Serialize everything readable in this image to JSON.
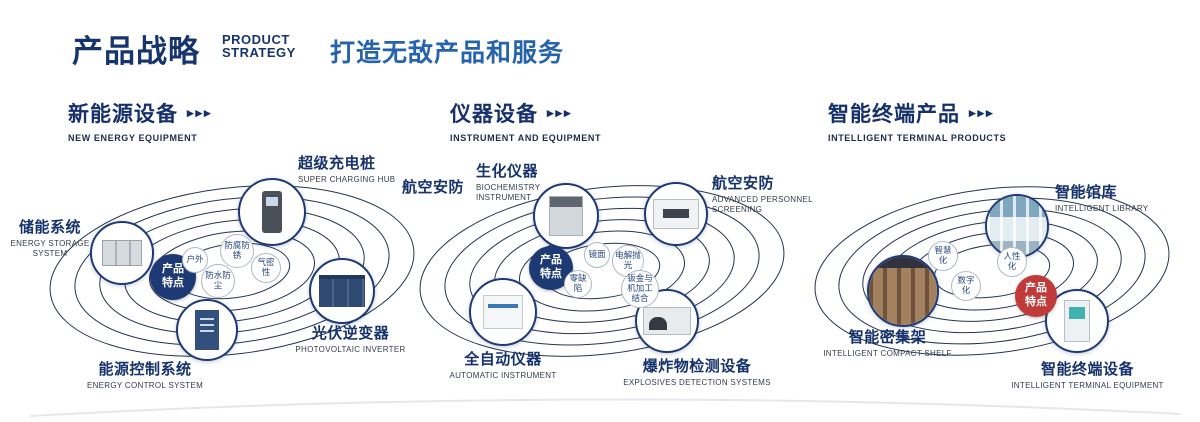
{
  "header": {
    "title": "产品战略",
    "subtitle_lines": [
      "PRODUCT",
      "STRATEGY"
    ],
    "tagline": "打造无敌产品和服务"
  },
  "icons": {
    "triple_arrow": "▸▸▸"
  },
  "sections": {
    "energy": {
      "title": "新能源设备",
      "subtitle": "NEW ENERGY EQUIPMENT",
      "badge": "产品特点",
      "features": [
        "防腐防锈",
        "户外",
        "气密性",
        "防水防尘"
      ],
      "products": {
        "charging": {
          "name": "超级充电桩",
          "en": "SUPER CHARGING HUB"
        },
        "storage": {
          "name": "储能系统",
          "en": "ENERGY STORAGE SYSTEM"
        },
        "inverter": {
          "name": "光伏逆变器",
          "en": "PHOTOVOLTAIC INVERTER"
        },
        "control": {
          "name": "能源控制系统",
          "en": "ENERGY CONTROL SYSTEM"
        }
      }
    },
    "instrument": {
      "title": "仪器设备",
      "subtitle": "INSTRUMENT AND EQUIPMENT",
      "badge": "产品特点",
      "extra_label": "航空安防",
      "features": [
        "镜面",
        "电解抛光",
        "零缺陷",
        "钣金与机加工结合"
      ],
      "products": {
        "biochem": {
          "name": "生化仪器",
          "en": "BIOCHEMISTRY INSTRUMENT"
        },
        "screening": {
          "name": "航空安防",
          "en": "ADVANCED PERSONNEL SCREENING"
        },
        "automatic": {
          "name": "全自动仪器",
          "en": "AUTOMATIC INSTRUMENT"
        },
        "explosives": {
          "name": "爆炸物检测设备",
          "en": "EXPLOSIVES DETECTION SYSTEMS"
        }
      }
    },
    "terminal": {
      "title": "智能终端产品",
      "subtitle": "INTELLIGENT TERMINAL PRODUCTS",
      "badge": "产品特点",
      "features": [
        "智慧化",
        "人性化",
        "数字化"
      ],
      "products": {
        "library": {
          "name": "智能馆库",
          "en": "INTELLIGENT LIBRARY"
        },
        "shelf": {
          "name": "智能密集架",
          "en": "INTELLIGENT COMPACT SHELF"
        },
        "terminal": {
          "name": "智能终端设备",
          "en": "INTELLIGENT TERMINAL EQUIPMENT"
        }
      }
    }
  },
  "colors": {
    "navy": "#17356d",
    "blue": "#2563ad",
    "badge_navy": "#1d3a74",
    "badge_red": "#c03a3a"
  }
}
